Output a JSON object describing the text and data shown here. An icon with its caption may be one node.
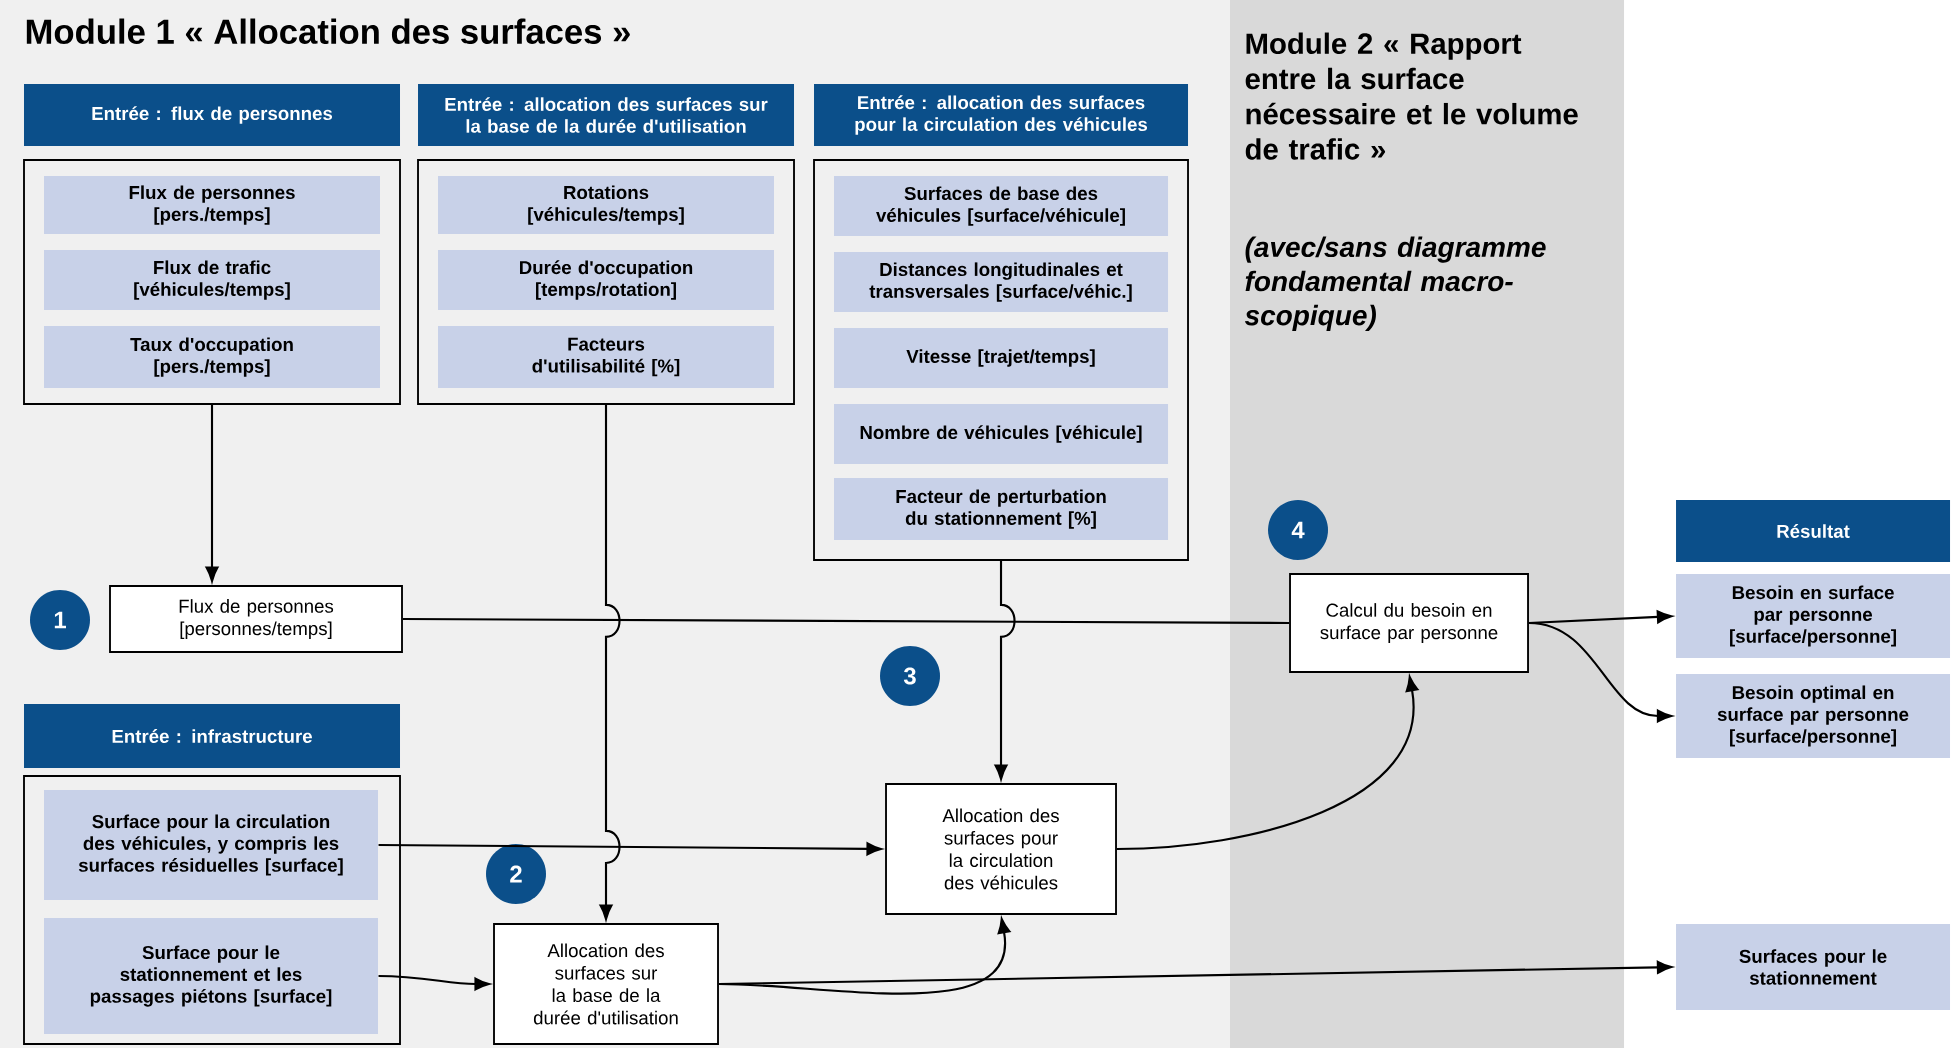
{
  "diagram": {
    "title": "Module 1 « Allocation des surfaces »",
    "nodes": [
      {
        "text": [
          "Entrée : flux de personnes"
        ]
      },
      {
        "text": [
          "Flux de personnes [pers./temps]"
        ],
        "in": 0
      },
      {
        "text": [
          "Flux de trafic [véhicules/temps]"
        ],
        "in": 0
      },
      {
        "text": [
          "Taux d'occupation [pers./temps]"
        ],
        "in": 0
      },
      {
        "text": [
          "Entrée : allocation des surfaces sur la base de la durée d'utilisation"
        ]
      },
      {
        "text": [
          "Rotations [véhicules/temps]"
        ],
        "in": 4
      },
      {
        "text": [
          "Durée d'occupation [temps/rotation]"
        ],
        "in": 4
      },
      {
        "text": [
          "Facteurs d'utilisabilité [%]"
        ],
        "in": 4
      },
      {
        "text": [
          "Entrée : allocation des surfaces pour la circulation des véhicules"
        ]
      },
      {
        "text": [
          "Surfaces de base des véhicules [surface/véhicule]"
        ],
        "in": 8
      },
      {
        "text": [
          "Distances longitudinales et transversales [surface/véhic.]"
        ],
        "in": 8
      },
      {
        "text": [
          "Vitesse [trajet/temps]"
        ],
        "in": 8
      },
      {
        "text": [
          "Nombre de véhicules [véhicule]"
        ],
        "in": 8
      },
      {
        "text": [
          "Facteur de perturbation du stationnement [%]"
        ],
        "in": 8
      },
      {
        "text": [
          "Flux de personnes [personnes/temps]"
        ]
      },
      {
        "text": [
          "Entrée : infrastructure"
        ]
      },
      {
        "text": [
          "Surface pour la circulation des véhicules, y compris les surfaces résiduelles [surface]"
        ],
        "in": 15
      },
      {
        "text": [
          "Surface pour le stationnement et les passages piétons [surface]"
        ],
        "in": 15
      },
      {
        "text": [
          "Allocation des surfaces sur la base de la durée d'utilisation"
        ]
      },
      {
        "text": [
          "Allocation des surfaces pour la circulation des véhicules"
        ]
      },
      {
        "text": [
          "Calcul du besoin en surface par personne"
        ]
      },
      {
        "text": [
          "Résultat"
        ]
      },
      {
        "text": [
          "Besoin en surface par personne [surface/personne]"
        ]
      },
      {
        "text": [
          "Besoin optimal en surface par personne [surface/personne]"
        ]
      },
      {
        "text": [
          "Surfaces pour le stationnement"
        ]
      },
      {
        "text": [
          "1"
        ]
      },
      {
        "text": [
          "2"
        ]
      },
      {
        "text": [
          "3"
        ]
      },
      {
        "text": [
          "4"
        ]
      }
    ],
    "edges": [
      {
        "from": 0,
        "to": 14,
        "arrow": "to"
      },
      {
        "from": 4,
        "to": 18,
        "arrow": "to"
      },
      {
        "from": 8,
        "to": 19,
        "arrow": "to"
      },
      {
        "from": 14,
        "to": 20,
        "arrow": "none"
      },
      {
        "from": 16,
        "to": 19,
        "arrow": "to"
      },
      {
        "from": 17,
        "to": 18,
        "arrow": "to"
      },
      {
        "from": 18,
        "to": 19,
        "arrow": "to"
      },
      {
        "from": 18,
        "to": 24,
        "arrow": "to"
      },
      {
        "from": 19,
        "to": 20,
        "arrow": "to"
      },
      {
        "from": 20,
        "to": 22,
        "arrow": "to"
      },
      {
        "from": 20,
        "to": 23,
        "arrow": "to"
      }
    ],
    "labels": [
      "Module 2 « Rapport entre la surface nécessaire et le volume de trafic »",
      "(avec/sans diagramme fondamental macro-scopique)"
    ]
  }
}
